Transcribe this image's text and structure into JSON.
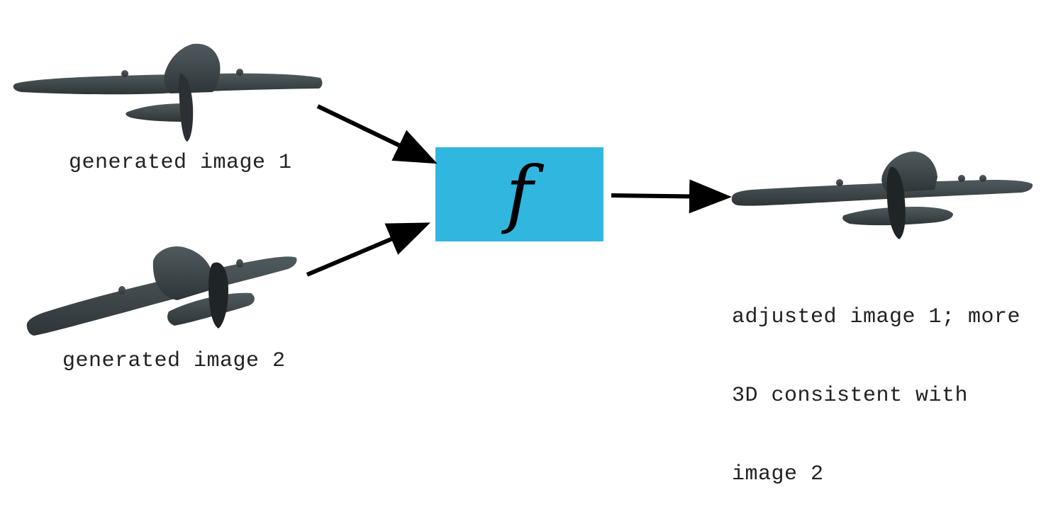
{
  "function_label": "f",
  "inputs": [
    {
      "caption": "generated image 1"
    },
    {
      "caption": "generated image 2"
    }
  ],
  "output": {
    "caption_lines": [
      "adjusted image 1; more",
      "3D consistent with",
      "image 2"
    ]
  },
  "colors": {
    "function_box": "#31b7df",
    "airplane": "#3b4346",
    "arrow": "#000000",
    "text": "#222222"
  },
  "icons": {
    "airplane_1": "airplane-top-view-icon",
    "airplane_2": "airplane-tilted-view-icon",
    "airplane_out": "airplane-adjusted-view-icon"
  }
}
